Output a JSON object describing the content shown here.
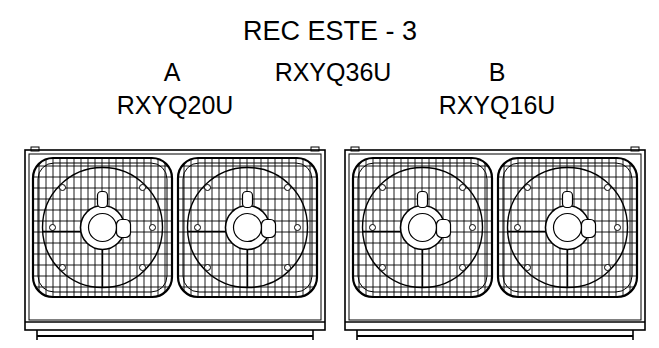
{
  "diagram": {
    "title": "REC ESTE - 3",
    "labels": [
      "A",
      "RXYQ36U",
      "B",
      "RXYQ20U",
      "RXYQ16U"
    ]
  }
}
